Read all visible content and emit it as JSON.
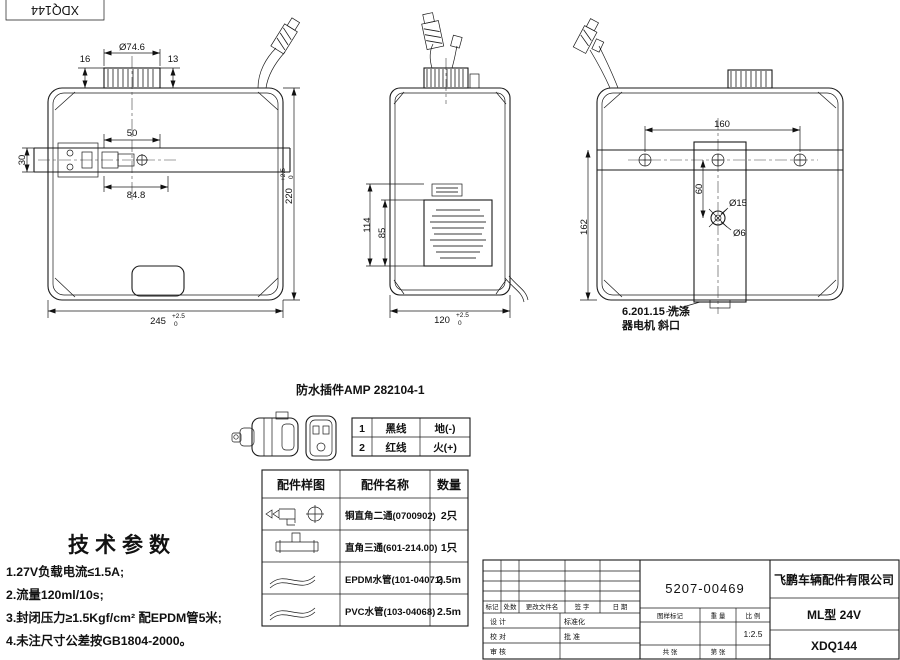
{
  "corner_code": "XDQ144",
  "views": {
    "tol_plus": "+2.5",
    "tol_zero": "0",
    "front": {
      "dims": {
        "cap_dia": "Ø74.6",
        "d16": "16",
        "d13": "13",
        "d50": "50",
        "d30": "30",
        "d848": "84.8",
        "d220": "220",
        "d245": "245"
      }
    },
    "side": {
      "dims": {
        "d114": "114",
        "d85": "85",
        "d120": "120"
      }
    },
    "rear": {
      "dims": {
        "d160": "160",
        "d60": "60",
        "d162": "162",
        "d15": "Ø15",
        "d6": "Ø6"
      },
      "note_line1": "6.201.15 洗涤",
      "note_line2": "器电机 斜口"
    }
  },
  "connector": {
    "title": "防水插件AMP 282104-1",
    "pins": [
      {
        "no": "1",
        "wire": "黑线",
        "signal": "地(-)"
      },
      {
        "no": "2",
        "wire": "红线",
        "signal": "火(+)"
      }
    ]
  },
  "parts_table": {
    "headers": [
      "配件样图",
      "配件名称",
      "数量"
    ],
    "rows": [
      {
        "icon": "elbow-fitting",
        "name": "铜直角二通(0700902)",
        "qty": "2只"
      },
      {
        "icon": "tee-fitting",
        "name": "直角三通(601-214.00)",
        "qty": "1只"
      },
      {
        "icon": "hose",
        "name": "EPDM水管(101-04071)",
        "qty": "2.5m"
      },
      {
        "icon": "hose",
        "name": "PVC水管(103-04068)",
        "qty": "2.5m"
      }
    ]
  },
  "tech_params": {
    "title": "技术参数",
    "items": [
      "1.27V负载电流≤1.5A;",
      "2.流量120ml/10s;",
      "3.封闭压力≥1.5Kgf/cm² 配EPDM管5米;",
      "4.未注尺寸公差按GB1804-2000。"
    ]
  },
  "title_block": {
    "drawing_number": "5207-00469",
    "company": "飞鹏车辆配件有限公司",
    "model": "ML型 24V",
    "code": "XDQ144",
    "scale_value": "1:2.5",
    "labels": {
      "mark": "标记",
      "count": "处数",
      "change_doc": "更改文件名",
      "signature": "签 字",
      "date": "日 期",
      "design": "设 计",
      "standardization": "标准化",
      "check": "校 对",
      "approve": "批 准",
      "review": "审 核",
      "drawing_mark": "图样标记",
      "weight": "重 量",
      "scale": "比 例",
      "sheet_total": "共  张",
      "sheet_no": "第  张"
    }
  }
}
